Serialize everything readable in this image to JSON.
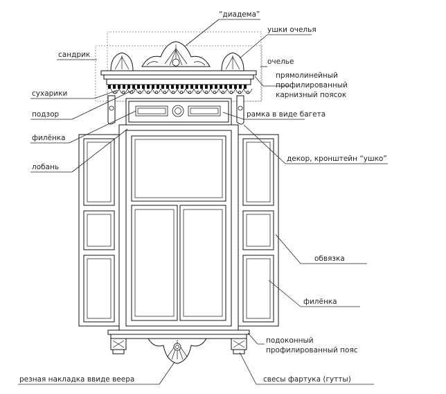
{
  "labels": {
    "diadema": "“диадема”",
    "ushki_ochelya": "ушки очелья",
    "sandrik": "сандрик",
    "ochelye": "очелье",
    "karniz_line1": "прямолинейный",
    "karniz_line2": "профилированный",
    "karniz_line3": "карнизный поясок",
    "suhariki": "сухарики",
    "podzor": "подзор",
    "ramka": "рамка в виде багета",
    "filenka_left": "филёнка",
    "loban": "лобань",
    "dekor": "декор, кронштейн “ушко”",
    "obvyazka": "обвязка",
    "filenka_right": "филёнка",
    "podokonny_line1": "подоконный",
    "podokonny_line2": "профилированный пояс",
    "rieznaya": "резная накладка ввиде веера",
    "svesy": "свесы фартука (гутты)"
  }
}
